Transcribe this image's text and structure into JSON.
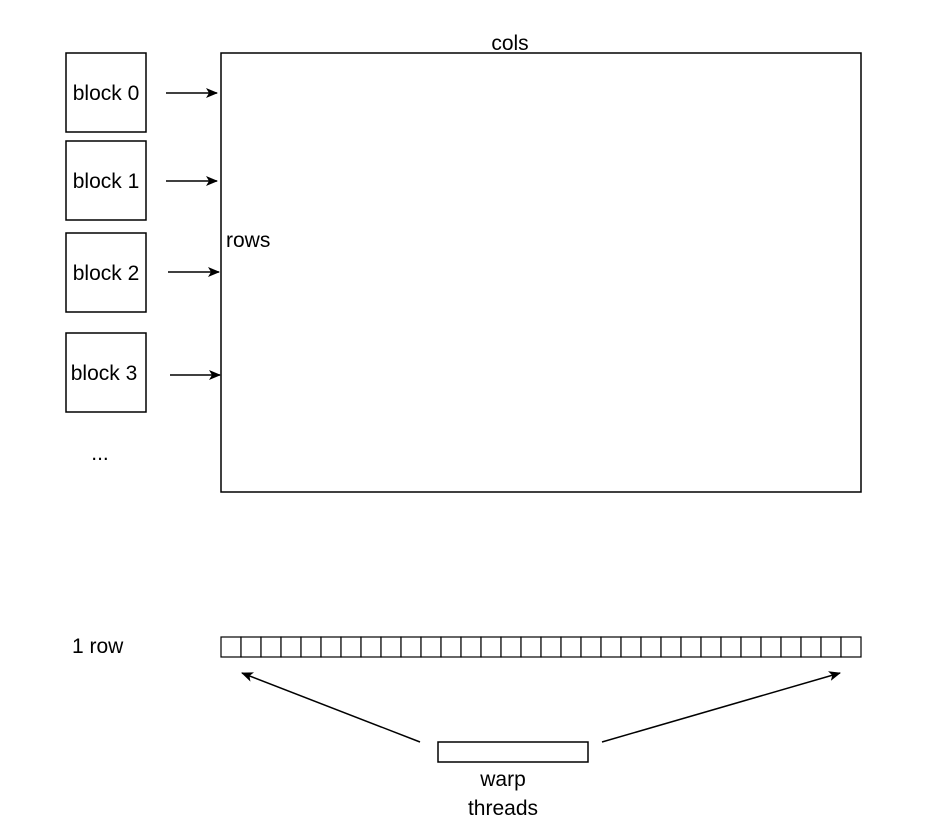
{
  "blocks": [
    {
      "label": "block 0"
    },
    {
      "label": "block 1"
    },
    {
      "label": "block 2"
    },
    {
      "label": "block 3"
    }
  ],
  "blocks_more": "...",
  "matrix": {
    "cols_label": "cols",
    "rows_label": "rows"
  },
  "row": {
    "label": "1 row",
    "cell_count": 32
  },
  "warp": {
    "label_line1": "warp",
    "label_line2": "threads"
  },
  "colors": {
    "stroke": "#000000",
    "background": "#ffffff"
  }
}
